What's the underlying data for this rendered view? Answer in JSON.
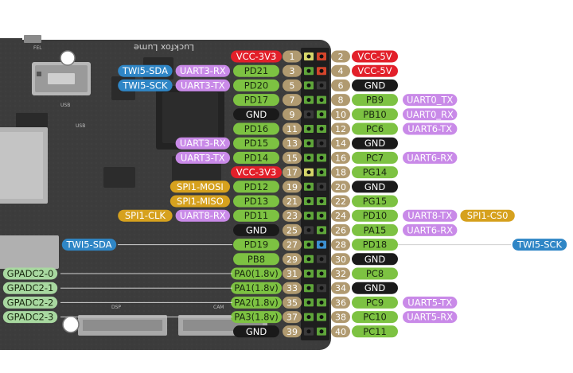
{
  "board": {
    "brand_label": "Luckfox Lume",
    "silk_fel": "FEL",
    "silk_usb": "USB",
    "silk_usb2": "USB",
    "silk_cam": "CAM",
    "silk_dsp": "DSP"
  },
  "colors": {
    "power": "#e2202a",
    "ground": "#1a1a1a",
    "gpio": "#7dc242",
    "number": "#b09a70",
    "uart": "#c98ae8",
    "twi": "#2f86c6",
    "spi": "#d6a11e",
    "adc": "#a8d8a0"
  },
  "header": {
    "left_pins": [
      {
        "num": "1",
        "label": "VCC-3V3",
        "kind": "power",
        "funcs": []
      },
      {
        "num": "3",
        "label": "PD21",
        "kind": "gpio",
        "funcs": [
          {
            "text": "UART3-RX",
            "kind": "uart"
          },
          {
            "text": "TWI5-SDA",
            "kind": "twi"
          }
        ]
      },
      {
        "num": "5",
        "label": "PD20",
        "kind": "gpio",
        "funcs": [
          {
            "text": "UART3-TX",
            "kind": "uart"
          },
          {
            "text": "TWI5-SCK",
            "kind": "twi"
          }
        ]
      },
      {
        "num": "7",
        "label": "PD17",
        "kind": "gpio",
        "funcs": []
      },
      {
        "num": "9",
        "label": "GND",
        "kind": "ground",
        "funcs": []
      },
      {
        "num": "11",
        "label": "PD16",
        "kind": "gpio",
        "funcs": []
      },
      {
        "num": "13",
        "label": "PD15",
        "kind": "gpio",
        "funcs": [
          {
            "text": "UART3-RX",
            "kind": "uart"
          }
        ]
      },
      {
        "num": "15",
        "label": "PD14",
        "kind": "gpio",
        "funcs": [
          {
            "text": "UART3-TX",
            "kind": "uart"
          }
        ]
      },
      {
        "num": "17",
        "label": "VCC-3V3",
        "kind": "power",
        "funcs": []
      },
      {
        "num": "19",
        "label": "PD12",
        "kind": "gpio",
        "funcs": [
          {
            "text": "SPI1-MOSI",
            "kind": "spi"
          }
        ]
      },
      {
        "num": "21",
        "label": "PD13",
        "kind": "gpio",
        "funcs": [
          {
            "text": "SPI1-MISO",
            "kind": "spi"
          }
        ]
      },
      {
        "num": "23",
        "label": "PD11",
        "kind": "gpio",
        "funcs": [
          {
            "text": "UART8-RX",
            "kind": "uart"
          },
          {
            "text": "SPI1-CLK",
            "kind": "spi"
          }
        ]
      },
      {
        "num": "25",
        "label": "GND",
        "kind": "ground",
        "funcs": []
      },
      {
        "num": "27",
        "label": "PD19",
        "kind": "gpio",
        "funcs": [
          {
            "text": "TWI5-SDA",
            "kind": "twi"
          }
        ]
      },
      {
        "num": "29",
        "label": "PB8",
        "kind": "gpio",
        "funcs": []
      },
      {
        "num": "31",
        "label": "PA0(1.8v)",
        "kind": "gpio",
        "funcs": [
          {
            "text": "GPADC2-0",
            "kind": "adc"
          }
        ]
      },
      {
        "num": "33",
        "label": "PA1(1.8v)",
        "kind": "gpio",
        "funcs": [
          {
            "text": "GPADC2-1",
            "kind": "adc"
          }
        ]
      },
      {
        "num": "35",
        "label": "PA2(1.8v)",
        "kind": "gpio",
        "funcs": [
          {
            "text": "GPADC2-2",
            "kind": "adc"
          }
        ]
      },
      {
        "num": "37",
        "label": "PA3(1.8v)",
        "kind": "gpio",
        "funcs": [
          {
            "text": "GPADC2-3",
            "kind": "adc"
          }
        ]
      },
      {
        "num": "39",
        "label": "GND",
        "kind": "ground",
        "funcs": []
      }
    ],
    "right_pins": [
      {
        "num": "2",
        "label": "VCC-5V",
        "kind": "power",
        "funcs": []
      },
      {
        "num": "4",
        "label": "VCC-5V",
        "kind": "power",
        "funcs": []
      },
      {
        "num": "6",
        "label": "GND",
        "kind": "ground",
        "funcs": []
      },
      {
        "num": "8",
        "label": "PB9",
        "kind": "gpio",
        "funcs": [
          {
            "text": "UART0_TX",
            "kind": "uart"
          }
        ]
      },
      {
        "num": "10",
        "label": "PB10",
        "kind": "gpio",
        "funcs": [
          {
            "text": "UART0_RX",
            "kind": "uart"
          }
        ]
      },
      {
        "num": "12",
        "label": "PC6",
        "kind": "gpio",
        "funcs": [
          {
            "text": "UART6-TX",
            "kind": "uart"
          }
        ]
      },
      {
        "num": "14",
        "label": "GND",
        "kind": "ground",
        "funcs": []
      },
      {
        "num": "16",
        "label": "PC7",
        "kind": "gpio",
        "funcs": [
          {
            "text": "UART6-RX",
            "kind": "uart"
          }
        ]
      },
      {
        "num": "18",
        "label": "PG14",
        "kind": "gpio",
        "funcs": []
      },
      {
        "num": "20",
        "label": "GND",
        "kind": "ground",
        "funcs": []
      },
      {
        "num": "22",
        "label": "PG15",
        "kind": "gpio",
        "funcs": []
      },
      {
        "num": "24",
        "label": "PD10",
        "kind": "gpio",
        "funcs": [
          {
            "text": "UART8-TX",
            "kind": "uart"
          },
          {
            "text": "SPI1-CS0",
            "kind": "spi"
          }
        ]
      },
      {
        "num": "26",
        "label": "PA15",
        "kind": "gpio",
        "funcs": [
          {
            "text": "UART6-RX",
            "kind": "uart"
          }
        ]
      },
      {
        "num": "28",
        "label": "PD18",
        "kind": "gpio",
        "funcs": [
          {
            "text": "TWI5-SCK",
            "kind": "twi",
            "far": true
          }
        ]
      },
      {
        "num": "30",
        "label": "GND",
        "kind": "ground",
        "funcs": []
      },
      {
        "num": "32",
        "label": "PC8",
        "kind": "gpio",
        "funcs": []
      },
      {
        "num": "34",
        "label": "GND",
        "kind": "ground",
        "funcs": []
      },
      {
        "num": "36",
        "label": "PC9",
        "kind": "gpio",
        "funcs": [
          {
            "text": "UART5-TX",
            "kind": "uart"
          }
        ]
      },
      {
        "num": "38",
        "label": "PC10",
        "kind": "gpio",
        "funcs": [
          {
            "text": "UART5-RX",
            "kind": "uart"
          }
        ]
      },
      {
        "num": "40",
        "label": "PC11",
        "kind": "gpio",
        "funcs": []
      }
    ]
  }
}
